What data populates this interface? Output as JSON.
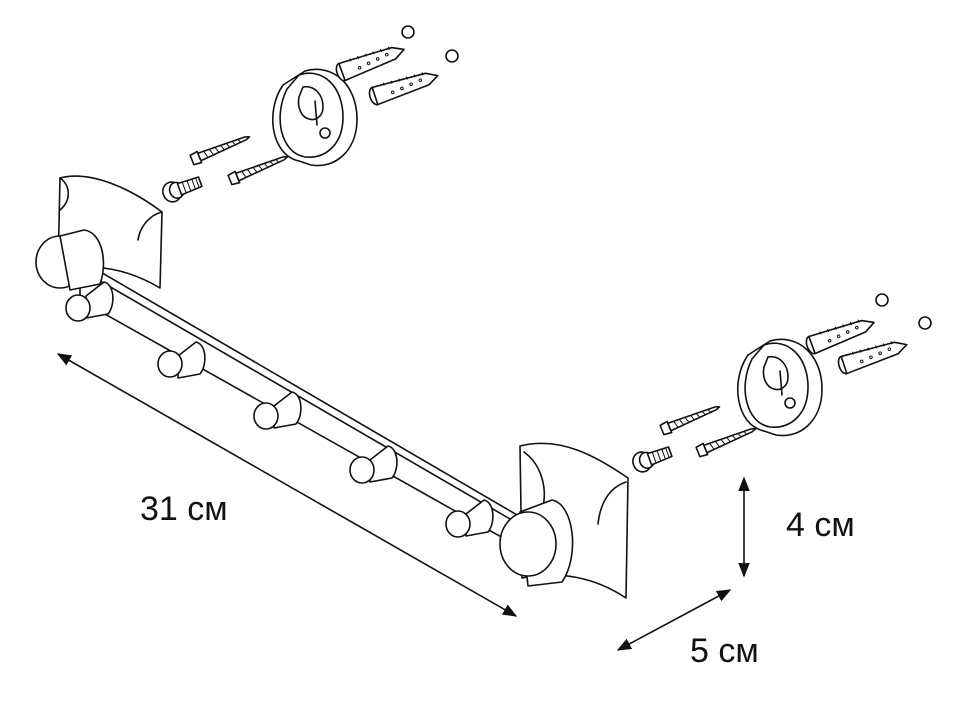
{
  "dimensions": {
    "length": "31 см",
    "depth": "5 см",
    "height": "4 см"
  },
  "colors": {
    "line": "#111111",
    "background": "#ffffff"
  }
}
